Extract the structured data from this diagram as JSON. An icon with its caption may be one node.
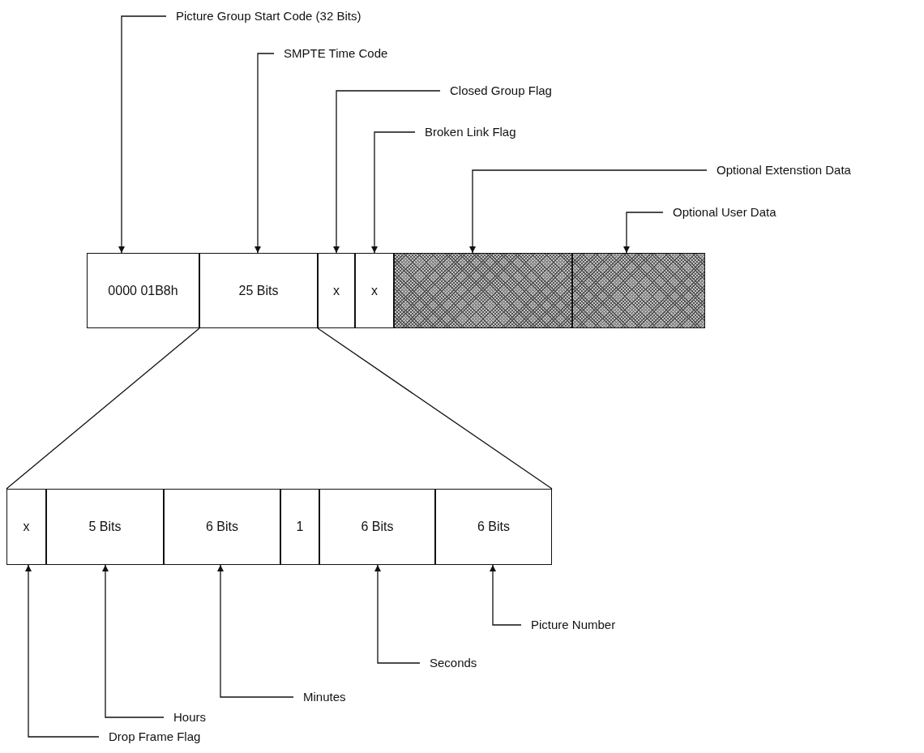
{
  "diagram": {
    "nodes": [
      {
        "text": [
          "0000 01B8h"
        ]
      },
      {
        "text": [
          "25 Bits"
        ]
      },
      {
        "text": [
          "x"
        ]
      },
      {
        "text": [
          "x"
        ]
      },
      {
        "text": [],
        "shape": "box"
      },
      {
        "text": [],
        "shape": "box"
      },
      {
        "text": [
          "x"
        ]
      },
      {
        "text": [
          "5 Bits"
        ]
      },
      {
        "text": [
          "6 Bits"
        ]
      },
      {
        "text": [
          "1"
        ]
      },
      {
        "text": [
          "6 Bits"
        ]
      },
      {
        "text": [
          "6 Bits"
        ]
      },
      {
        "text": [
          "Picture Group Start Code (32 Bits)"
        ]
      },
      {
        "text": [
          "SMPTE  Time Code"
        ]
      },
      {
        "text": [
          "Closed Group Flag"
        ]
      },
      {
        "text": [
          "Broken Link Flag"
        ]
      },
      {
        "text": [
          "Optional Extenstion Data"
        ]
      },
      {
        "text": [
          "Optional User Data"
        ]
      },
      {
        "text": [
          "Picture Number"
        ]
      },
      {
        "text": [
          "Seconds"
        ]
      },
      {
        "text": [
          "Minutes"
        ]
      },
      {
        "text": [
          "Hours"
        ]
      },
      {
        "text": [
          "Drop Frame Flag"
        ]
      }
    ],
    "edges": [
      {
        "from": 12,
        "to": 0,
        "arrow": "to"
      },
      {
        "from": 13,
        "to": 1,
        "arrow": "to"
      },
      {
        "from": 14,
        "to": 2,
        "arrow": "to"
      },
      {
        "from": 15,
        "to": 3,
        "arrow": "to"
      },
      {
        "from": 16,
        "to": 4,
        "arrow": "to"
      },
      {
        "from": 17,
        "to": 5,
        "arrow": "to"
      },
      {
        "from": 1,
        "to": 6,
        "arrow": "none"
      },
      {
        "from": 1,
        "to": 11,
        "arrow": "none"
      },
      {
        "from": 18,
        "to": 11,
        "arrow": "to"
      },
      {
        "from": 19,
        "to": 10,
        "arrow": "to"
      },
      {
        "from": 20,
        "to": 8,
        "arrow": "to"
      },
      {
        "from": 21,
        "to": 7,
        "arrow": "to"
      },
      {
        "from": 22,
        "to": 6,
        "arrow": "to"
      }
    ]
  }
}
